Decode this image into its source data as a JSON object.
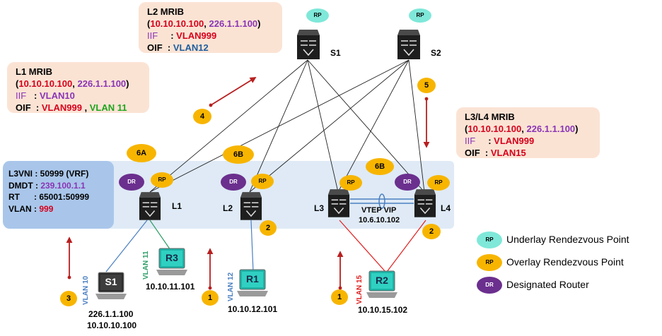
{
  "colors": {
    "mrib_bg": "#fbe3d4",
    "overlay_band": "#dfeaf6",
    "vrf_box": "#a9c6ea",
    "underlay_rp": "#7fe8d9",
    "overlay_rp": "#f7b500",
    "dr": "#6b2f8e",
    "link_black": "#000000",
    "link_blue": "#4a7fc1",
    "link_green": "#2e9e66",
    "link_red": "#e02020",
    "arrow": "#b81f1f"
  },
  "l2_mrib": {
    "title": "L2 MRIB",
    "s": "10.10.10.100",
    "g": "226.1.1.100",
    "iif_key": "IIF",
    "iif_val": "VLAN999",
    "oif_key": "OIF",
    "oif_val": "VLAN12"
  },
  "l1_mrib": {
    "title": "L1 MRIB",
    "s": "10.10.10.100",
    "g": "226.1.1.100",
    "iif_key": "IIF",
    "iif_val": "VLAN10",
    "oif_key": "OIF",
    "oif_val1": "VLAN999",
    "oif_val2": "VLAN 11"
  },
  "l34_mrib": {
    "title": "L3/L4 MRIB",
    "s": "10.10.10.100",
    "g": "226.1.1.100",
    "iif_key": "IIF",
    "iif_val": "VLAN999",
    "oif_key": "OIF",
    "oif_val": "VLAN15"
  },
  "vrf_info": {
    "l3vni": "L3VNI : 50999 (VRF)",
    "dmdt_key": "DMDT : ",
    "dmdt_val": "239.100.1.1",
    "rt": "RT      : 65001:50999",
    "vlan_key": "VLAN : ",
    "vlan_val": "999"
  },
  "switches": {
    "s1": "S1",
    "s2": "S2",
    "l1": "L1",
    "l2": "L2",
    "l3": "L3",
    "l4": "L4"
  },
  "badges": {
    "rp": "RP",
    "dr": "DR"
  },
  "vtep": {
    "label": "VTEP VIP",
    "ip": "10.6.10.102"
  },
  "steps": {
    "s1a": "1",
    "s1b": "1",
    "s2a": "2",
    "s2b": "2",
    "s3": "3",
    "s4": "4",
    "s5": "5",
    "s6a": "6A",
    "s6b1": "6B",
    "s6b2": "6B"
  },
  "hosts": {
    "s1": {
      "name": "S1",
      "ip1": "226.1.1.100",
      "ip2": "10.10.10.100",
      "vlan": "VLAN 10"
    },
    "r3": {
      "name": "R3",
      "ip": "10.10.11.101",
      "vlan": "VLAN 11"
    },
    "r1": {
      "name": "R1",
      "ip": "10.10.12.101",
      "vlan": "VLAN 12"
    },
    "r2": {
      "name": "R2",
      "ip": "10.10.15.102",
      "vlan": "VLAN 15"
    }
  },
  "legend": {
    "underlay": "Underlay Rendezvous Point",
    "overlay": "Overlay Rendezvous Point",
    "dr": "Designated Router"
  }
}
